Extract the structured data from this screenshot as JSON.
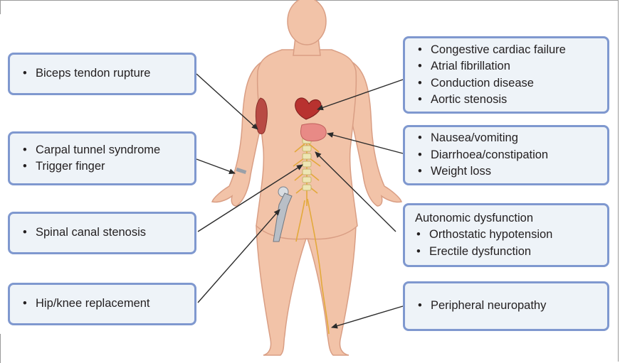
{
  "left_boxes": [
    {
      "items": [
        "Biceps tendon rupture"
      ]
    },
    {
      "items": [
        "Carpal tunnel syndrome",
        "Trigger finger"
      ]
    },
    {
      "items": [
        "Spinal canal stenosis"
      ]
    },
    {
      "items": [
        "Hip/knee replacement"
      ]
    }
  ],
  "right_boxes": [
    {
      "items": [
        "Congestive cardiac failure",
        "Atrial fibrillation",
        "Conduction disease",
        "Aortic stenosis"
      ]
    },
    {
      "items": [
        "Nausea/vomiting",
        "Diarrhoea/constipation",
        "Weight loss"
      ]
    },
    {
      "heading": "Autonomic dysfunction",
      "items": [
        "Orthostatic hypotension",
        "Erectile dysfunction"
      ]
    },
    {
      "items": [
        "Peripheral neuropathy"
      ]
    }
  ],
  "colors": {
    "box_border": "#7f98cf",
    "box_fill": "#eef3f8",
    "skin": "#f2c3a8",
    "nerve": "#e3a93a",
    "arrow": "#2b2b2b"
  }
}
